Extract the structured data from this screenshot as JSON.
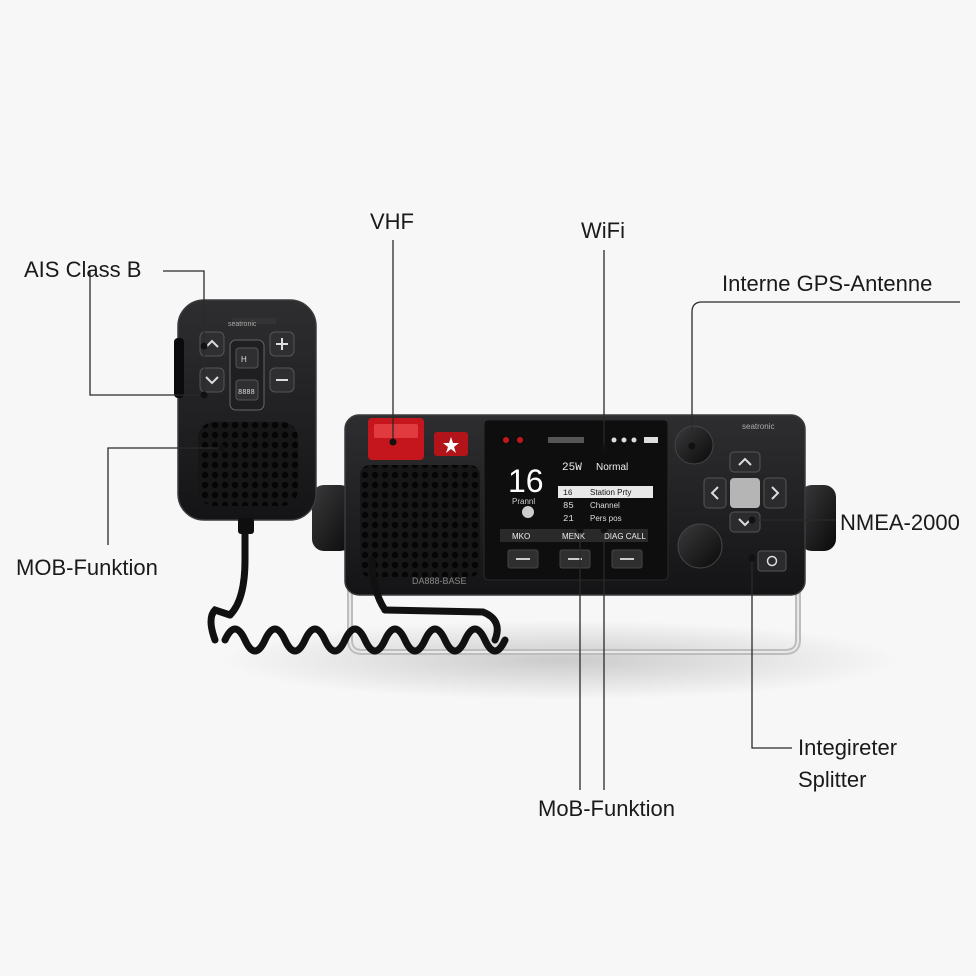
{
  "callouts": {
    "ais": "AIS Class B",
    "vhf": "VHF",
    "wifi": "WiFi",
    "gps": "Interne GPS-Antenne",
    "nmea": "NMEA-2000",
    "mob_left": "MOB-Funktion",
    "splitter": "Integireter Splitter",
    "mob_bottom": "MoB-Funktion"
  },
  "display": {
    "channel": "16",
    "power": "25W",
    "mode": "Normal",
    "sub_label": "Prannl",
    "rows": [
      {
        "num": "16",
        "text": "Station Prty"
      },
      {
        "num": "85",
        "text": "Channel"
      },
      {
        "num": "21",
        "text": "Pers pos"
      }
    ],
    "soft_keys": [
      "MKO",
      "MENK",
      "DIAG CALL"
    ]
  },
  "device": {
    "brand_text": "seatronic",
    "model_text": "DA888-BASE"
  },
  "handset": {
    "brand_text": "seatronic",
    "key_label": "8888"
  },
  "colors": {
    "body": "#1c1c1e",
    "accent_red": "#c4161c",
    "screen": "#0e0e0e",
    "line": "#2a2a2a"
  }
}
